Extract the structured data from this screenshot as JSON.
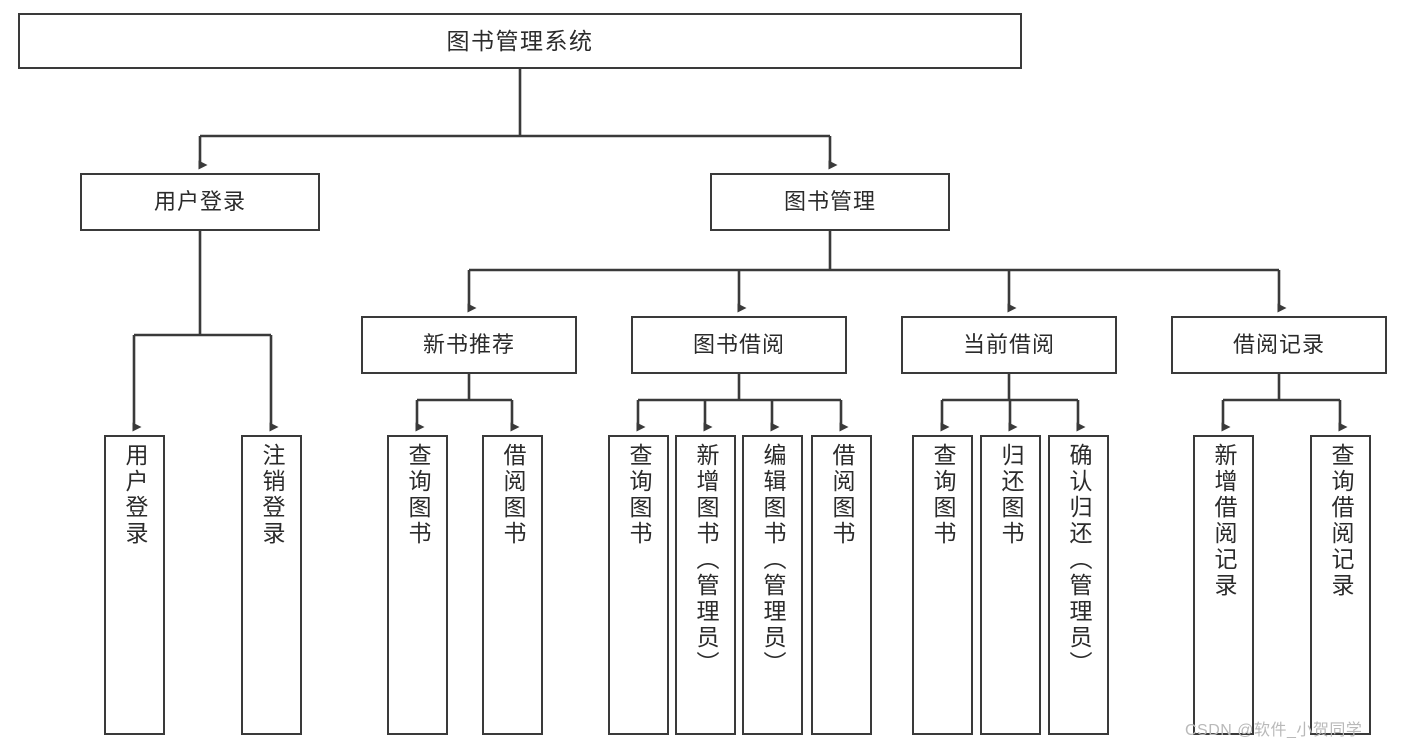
{
  "diagram": {
    "title": "图书管理系统",
    "type": "tree",
    "orientation": "top-down",
    "line_color": "#3a3a3a",
    "box_fill": "#ffffff",
    "text_color": "#2b2b2b",
    "background": "#ffffff",
    "watermark": "CSDN @软件_小贺同学"
  },
  "nodes": {
    "root": {
      "label": "图书管理系统",
      "level": 0
    },
    "level1": [
      {
        "id": "user-login",
        "label": "用户登录"
      },
      {
        "id": "book-manage",
        "label": "图书管理"
      }
    ],
    "level2": [
      {
        "id": "new-book-recommend",
        "label": "新书推荐",
        "parent": "book-manage"
      },
      {
        "id": "book-borrow",
        "label": "图书借阅",
        "parent": "book-manage"
      },
      {
        "id": "current-borrow",
        "label": "当前借阅",
        "parent": "book-manage"
      },
      {
        "id": "borrow-record",
        "label": "借阅记录",
        "parent": "book-manage"
      }
    ],
    "leaves": {
      "user-login": [
        {
          "id": "leaf-user-login",
          "label": "用户登录"
        },
        {
          "id": "leaf-logout",
          "label": "注销登录"
        }
      ],
      "new-book-recommend": [
        {
          "id": "leaf-query-book-1",
          "label": "查询图书"
        },
        {
          "id": "leaf-borrow-book-1",
          "label": "借阅图书"
        }
      ],
      "book-borrow": [
        {
          "id": "leaf-query-book-2",
          "label": "查询图书"
        },
        {
          "id": "leaf-add-book",
          "label": "新增图书（管理员）"
        },
        {
          "id": "leaf-edit-book",
          "label": "编辑图书（管理员）"
        },
        {
          "id": "leaf-borrow-book-2",
          "label": "借阅图书"
        }
      ],
      "current-borrow": [
        {
          "id": "leaf-query-book-3",
          "label": "查询图书"
        },
        {
          "id": "leaf-return-book",
          "label": "归还图书"
        },
        {
          "id": "leaf-confirm-return",
          "label": "确认归还（管理员）"
        }
      ],
      "borrow-record": [
        {
          "id": "leaf-add-record",
          "label": "新增借阅记录"
        },
        {
          "id": "leaf-query-record",
          "label": "查询借阅记录"
        }
      ]
    }
  }
}
